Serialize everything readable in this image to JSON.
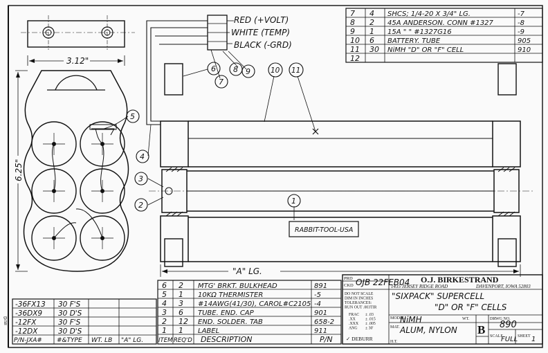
{
  "wires": {
    "red": "RED (+VOLT)",
    "white": "WHITE (TEMP)",
    "black": "BLACK (-GRD)"
  },
  "dimensions": {
    "width": "3.12\"",
    "height": "6.25\"",
    "length": "\"A\" LG."
  },
  "balloons": [
    "1",
    "2",
    "3",
    "4",
    "5",
    "6",
    "7",
    "8",
    "9",
    "10",
    "11"
  ],
  "label_box": "RABBIT-TOOL-USA",
  "upper_bom": [
    {
      "item": "7",
      "qty": "4",
      "desc": "SHCS; 1/4-20 X 3/4\" LG.",
      "pn": "-7"
    },
    {
      "item": "8",
      "qty": "2",
      "desc": "45A ANDERSON. CONN #1327",
      "pn": "-8"
    },
    {
      "item": "9",
      "qty": "1",
      "desc": "15A   \"    \"     #1327G16",
      "pn": "-9"
    },
    {
      "item": "10",
      "qty": "6",
      "desc": "BATTERY. TUBE",
      "pn": "905"
    },
    {
      "item": "11",
      "qty": "30",
      "desc": "NiMH \"D\" OR \"F\" CELL",
      "pn": "910"
    },
    {
      "item": "12",
      "qty": "",
      "desc": "",
      "pn": ""
    }
  ],
  "lower_bom": [
    {
      "item": "6",
      "qty": "2",
      "desc": "MTG' BRKT. BULKHEAD",
      "pn": "891"
    },
    {
      "item": "5",
      "qty": "1",
      "desc": "10KΩ THERMISTER",
      "pn": "-5"
    },
    {
      "item": "4",
      "qty": "3",
      "desc": "#14AWG(41/30), CAROL#C2105",
      "pn": "-4"
    },
    {
      "item": "3",
      "qty": "6",
      "desc": "TUBE. END. CAP",
      "pn": "901"
    },
    {
      "item": "2",
      "qty": "12",
      "desc": "END. SOLDER. TAB",
      "pn": "658-2"
    },
    {
      "item": "1",
      "qty": "1",
      "desc": "LABEL",
      "pn": "911"
    }
  ],
  "bom_header": {
    "item": "ITEM",
    "reqd": "REQ'D",
    "desc": "DESCRIPTION",
    "pn": "P/N"
  },
  "variants": [
    {
      "pn": "-36FX13",
      "type": "30 F'S"
    },
    {
      "pn": "-36DX9",
      "type": "30 D'S"
    },
    {
      "pn": "-12FX",
      "type": "30 F'S"
    },
    {
      "pn": "-12DX",
      "type": "30 D'S"
    }
  ],
  "variant_header": {
    "pn": "P/N-JXA#",
    "type": "#&TYPE",
    "wt": "WT. LB",
    "a": "\"A\" LG."
  },
  "title_block": {
    "company": "O.J. BIRKESTRAND",
    "address": "1435 JERSEY RIDGE ROAD",
    "city": "DAVENPORT, IOWA 52803",
    "prd_label": "PRD",
    "ckd_label": "CKD",
    "prd_value": "OJB 22FEB04",
    "title1": "\"SIXPACK\" SUPERCELL",
    "title2": "\"D\" OR \"F\" CELLS",
    "model_label": "MODEL:",
    "model": "NiMH",
    "mat_label": "MAT.",
    "mat": "ALUM, NYLON",
    "ht_label": "H.T.",
    "wt_label": "WT.",
    "size": "B",
    "dwg_label": "DRWG NO.",
    "dwg_no": "890",
    "scale_label": "SCALE",
    "scale": "FULL",
    "sheet_label": "SHEET",
    "sheet": "1",
    "notes": [
      "DO NOT SCALE",
      "DIM IN INCHES",
      "TOLERANCES:",
      "RUN OUT .003TIR"
    ],
    "tol": [
      {
        "k": "FRAC",
        "v": "± .03"
      },
      {
        "k": ".XX",
        "v": "± .015"
      },
      {
        "k": ".XXX",
        "v": "± .005"
      },
      {
        "k": "ANG",
        "v": "± 30'"
      }
    ],
    "deburr": "✓ DEBURR"
  },
  "side_label": "ЯUᗡ"
}
